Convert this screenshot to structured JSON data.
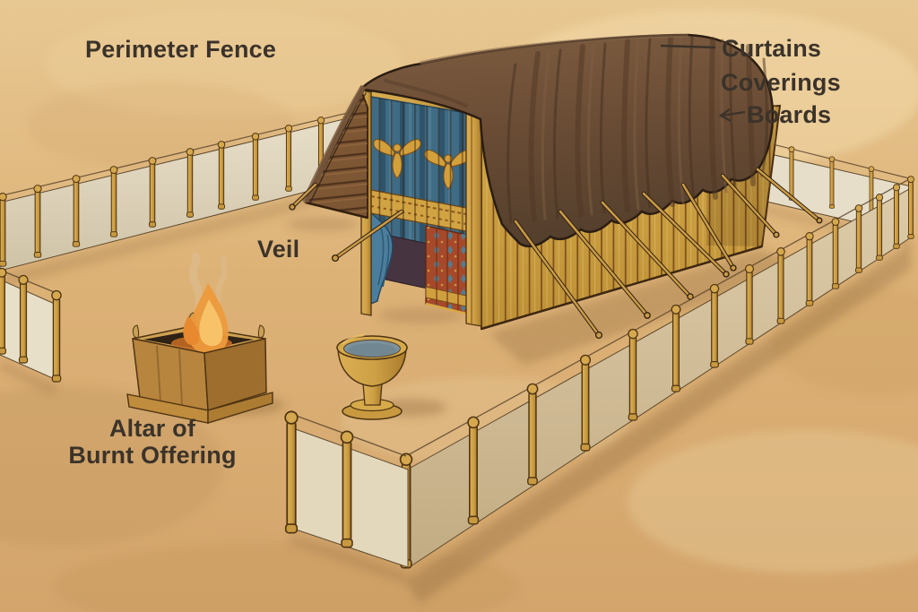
{
  "figure": {
    "description": "Hand-drawn illustration of the Tabernacle tent inside its courtyard on desert sand",
    "elements": [
      "tabernacle-tent",
      "brown-covering",
      "gable-boards",
      "board-wall",
      "veil-curtain",
      "cherubim-motifs",
      "inner-curtain",
      "guy-ropes",
      "perimeter-fence",
      "altar-of-burnt-offering",
      "bronze-laver",
      "sand-ground"
    ]
  },
  "labels": {
    "perimeter_fence": "Perimeter Fence",
    "curtains": "Curtains",
    "coverings": "Coverings",
    "boards": "Boards",
    "veil": "Veil",
    "altar_line1": "Altar of",
    "altar_line2": "Burnt Offering"
  },
  "palette": {
    "sand": "#ddb277",
    "covering_brown": "#6a4c35",
    "wood_gold": "#cfa144",
    "veil_blue": "#3f6b85",
    "curtain_red": "#a5492a",
    "linen_white": "#e3dac5",
    "flame_orange": "#ec9a3c",
    "water_gray_blue": "#7c929d",
    "label_text": "#3b332a"
  }
}
